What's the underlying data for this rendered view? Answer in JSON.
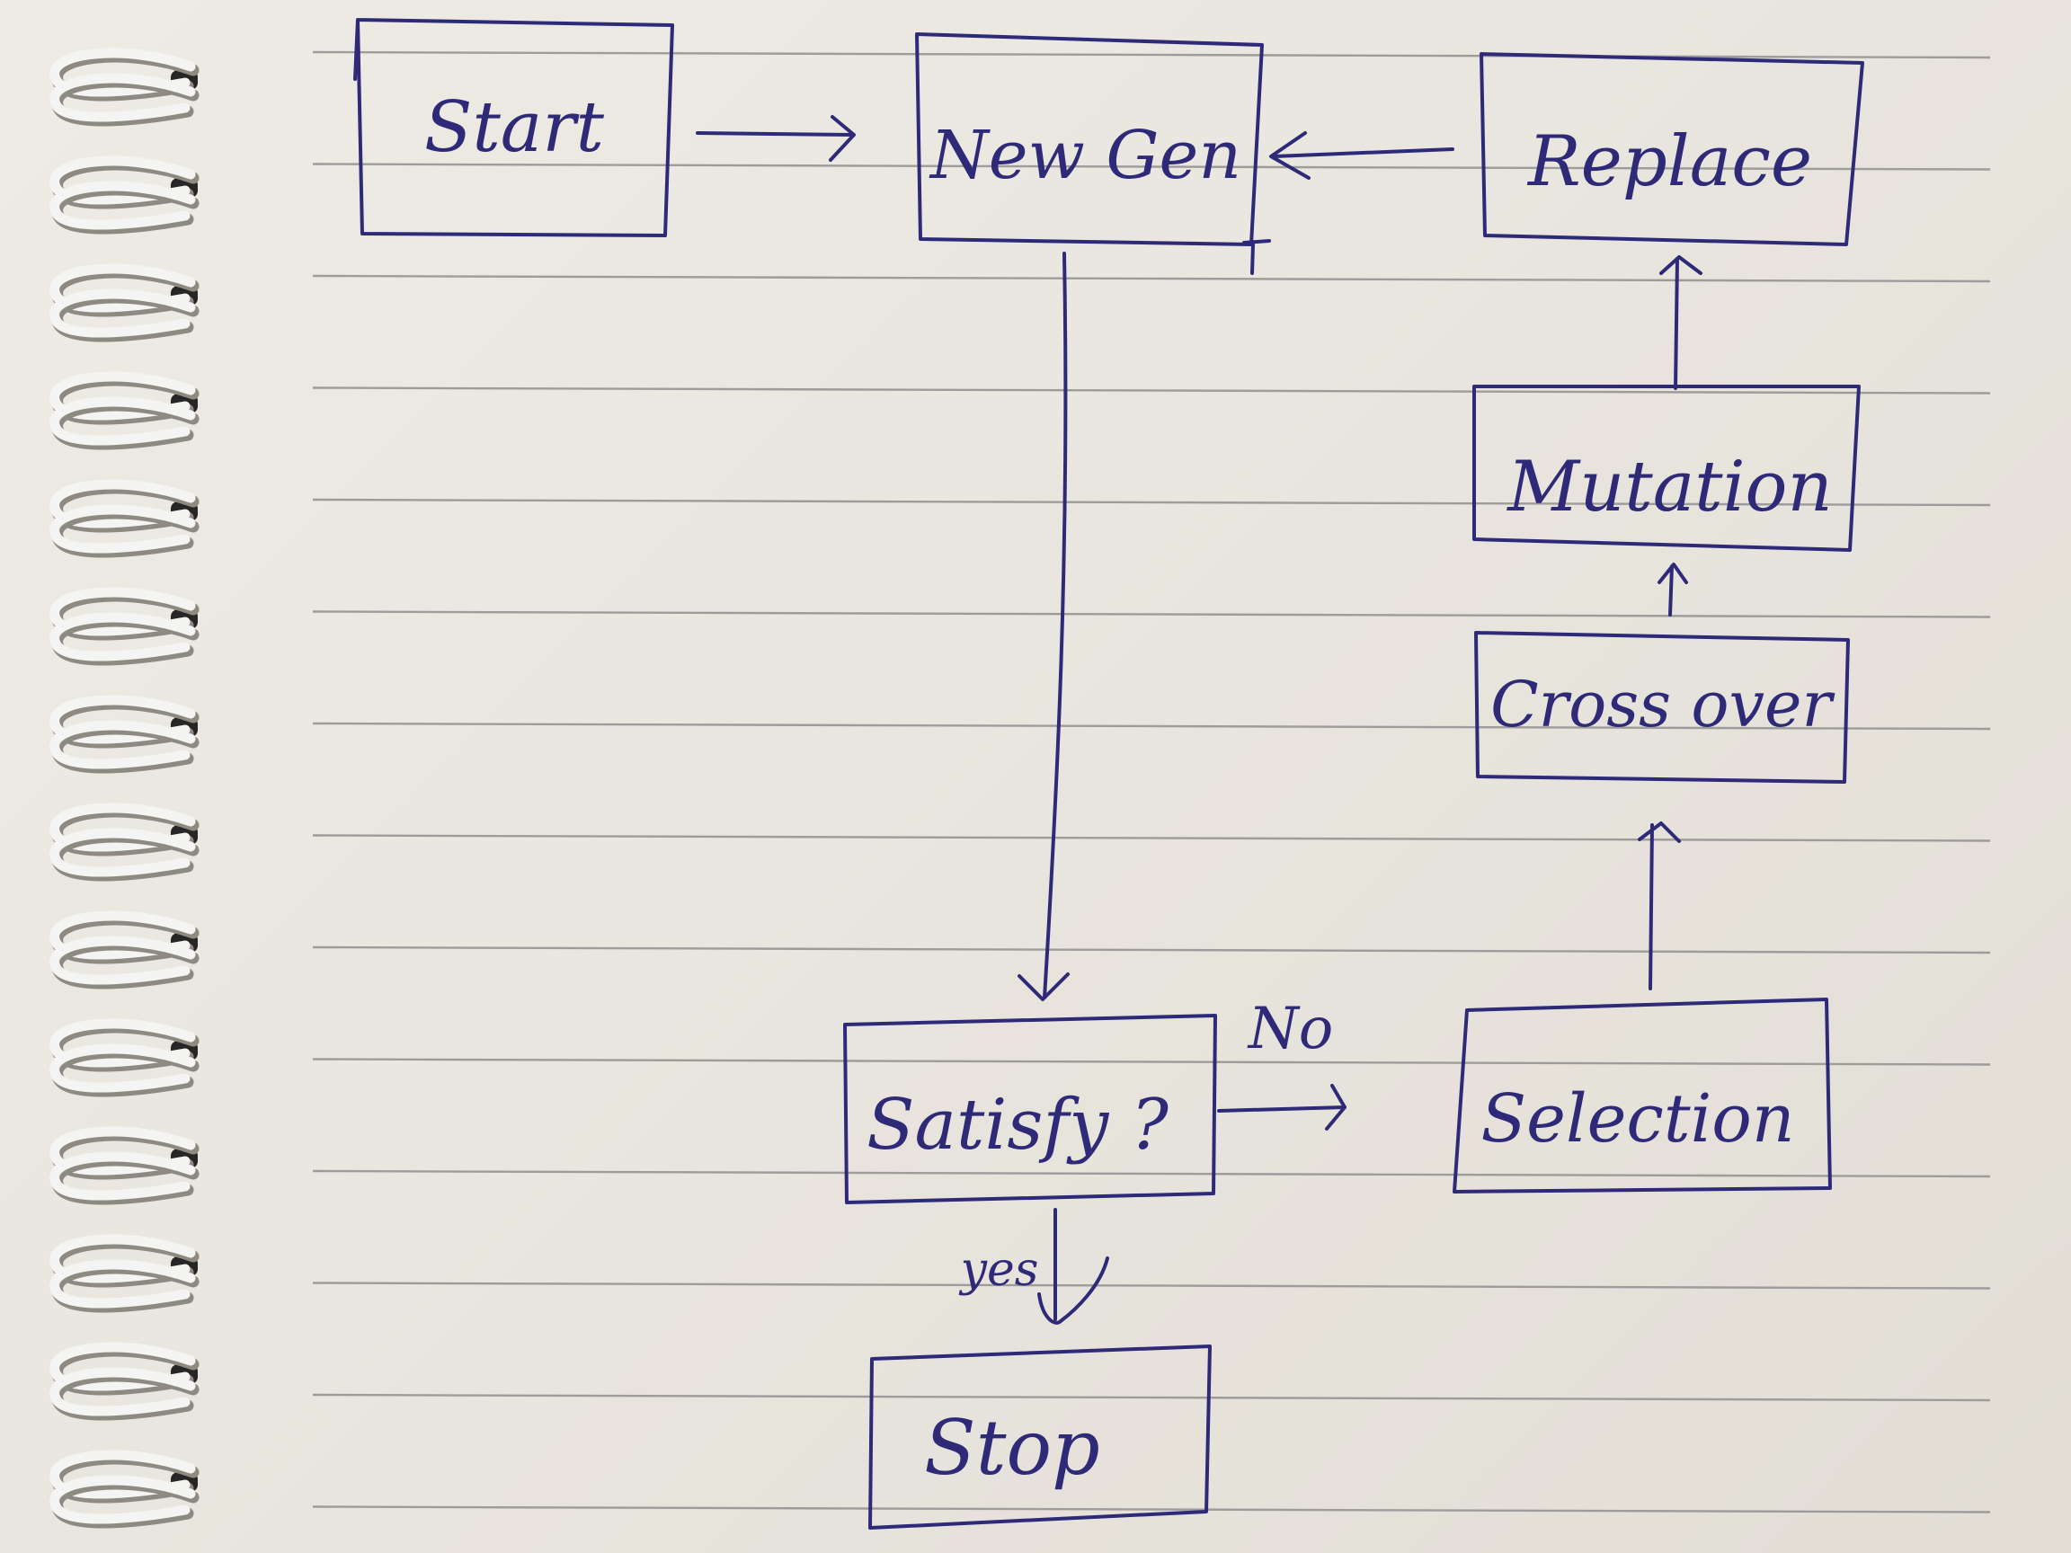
{
  "diagram": {
    "type": "flowchart",
    "medium": "handwritten notebook page",
    "ink_color": "#2e2a78",
    "nodes": [
      {
        "id": "start",
        "label": "Start"
      },
      {
        "id": "new_gen",
        "label": "New Gen"
      },
      {
        "id": "replace",
        "label": "Replace"
      },
      {
        "id": "mutation",
        "label": "Mutation"
      },
      {
        "id": "crossover",
        "label": "Cross over"
      },
      {
        "id": "satisfy",
        "label": "Satisfy ?"
      },
      {
        "id": "selection",
        "label": "Selection"
      },
      {
        "id": "stop",
        "label": "Stop"
      }
    ],
    "edges": [
      {
        "from": "start",
        "to": "new_gen",
        "label": ""
      },
      {
        "from": "replace",
        "to": "new_gen",
        "label": ""
      },
      {
        "from": "new_gen",
        "to": "satisfy",
        "label": ""
      },
      {
        "from": "satisfy",
        "to": "selection",
        "label": "No"
      },
      {
        "from": "satisfy",
        "to": "stop",
        "label": "yes"
      },
      {
        "from": "selection",
        "to": "crossover",
        "label": ""
      },
      {
        "from": "crossover",
        "to": "mutation",
        "label": ""
      },
      {
        "from": "mutation",
        "to": "replace",
        "label": ""
      }
    ]
  }
}
